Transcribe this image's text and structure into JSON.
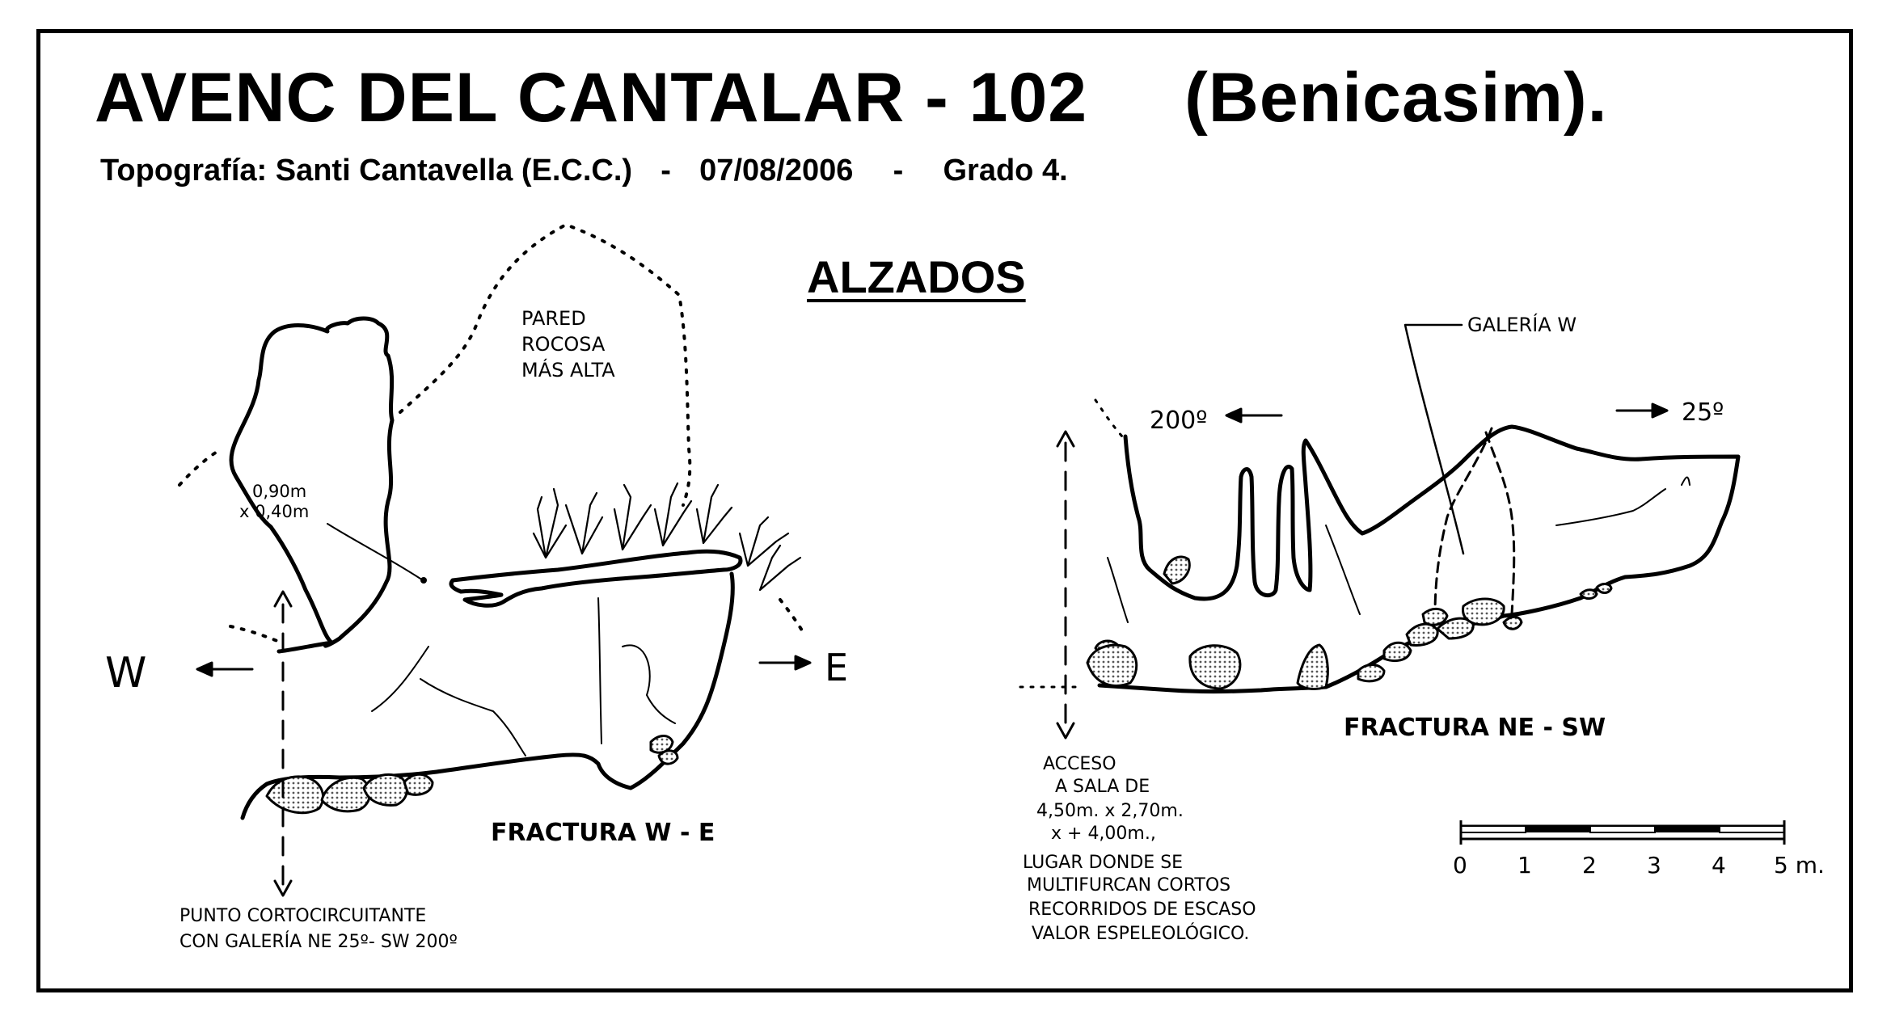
{
  "title": {
    "name": "AVENC  DEL  CANTALAR - 102",
    "place": "(Benicasim)."
  },
  "subtitle": {
    "survey": "Topografía:  Santi Cantavella  (E.C.C.)",
    "sep1": "-",
    "date": "07/08/2006",
    "sep2": "-",
    "grade": "Grado  4."
  },
  "section_title": "ALZADOS",
  "left_elevation": {
    "wall_label": [
      "PARED",
      "ROCOSA",
      "MÁS ALTA"
    ],
    "dimensions": [
      "0,90m",
      "x 0,40m"
    ],
    "west": "W",
    "east": "E",
    "fracture": "FRACTURA  W - E",
    "note": [
      "PUNTO CORTOCIRCUITANTE",
      "CON GALERÍA NE 25º- SW 200º"
    ]
  },
  "right_elevation": {
    "gallery": "GALERÍA W",
    "bearing_left": "200º",
    "bearing_right": "25º",
    "fracture": "FRACTURA  NE - SW",
    "access_note": [
      "ACCESO",
      "A  SALA DE",
      "4,50m. x 2,70m.",
      "x + 4,00m.,",
      "LUGAR DONDE SE",
      "MULTIFURCAN CORTOS",
      "RECORRIDOS DE ESCASO",
      "VALOR ESPELEOLÓGICO."
    ]
  },
  "scale_bar": {
    "labels": [
      "0",
      "1",
      "2",
      "3",
      "4",
      "5 m."
    ]
  }
}
